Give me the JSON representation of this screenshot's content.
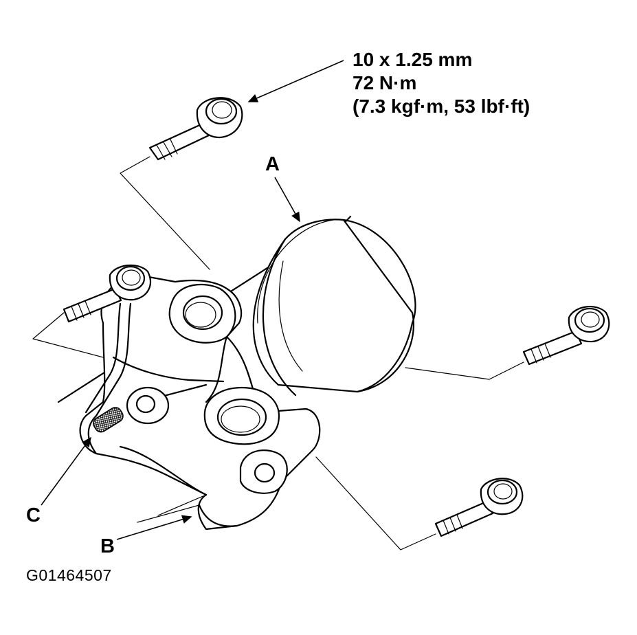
{
  "spec": {
    "line1": "10 x 1.25 mm",
    "line2": "72 N·m",
    "line3": "(7.3 kgf·m, 53 lbf·ft)"
  },
  "callouts": {
    "a": "A",
    "b": "B",
    "c": "C"
  },
  "figure_id": "G01464507",
  "colors": {
    "ink": "#000000",
    "paper": "#ffffff"
  }
}
